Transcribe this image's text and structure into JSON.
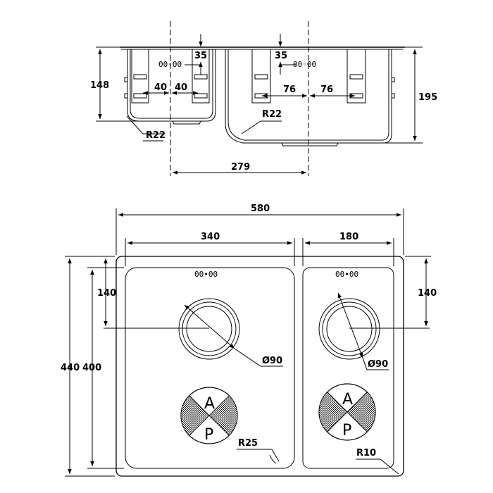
{
  "side_view": {
    "dims": {
      "h_small": "148",
      "h_total": "195",
      "a_40_left": "40",
      "a_40_right": "40",
      "a_35_left": "35",
      "a_35_right": "35",
      "a_76_left": "76",
      "a_76_right": "76",
      "r22_left": "R22",
      "r22_right": "R22",
      "spacing": "279"
    },
    "hole_marks_left": "00​◦00",
    "hole_marks_right": "00◦00"
  },
  "top_view": {
    "dims": {
      "width_total": "580",
      "width_left": "340",
      "width_right": "180",
      "height_outer": "440",
      "height_inner": "400",
      "drain_offset_left": "140",
      "drain_offset_right": "140",
      "drain_diam_left": "Ø90",
      "drain_diam_right": "Ø90",
      "corner_left": "R25",
      "corner_right": "R10"
    },
    "hole_marks": "00•00",
    "ap_top": "A",
    "ap_bottom": "P"
  }
}
